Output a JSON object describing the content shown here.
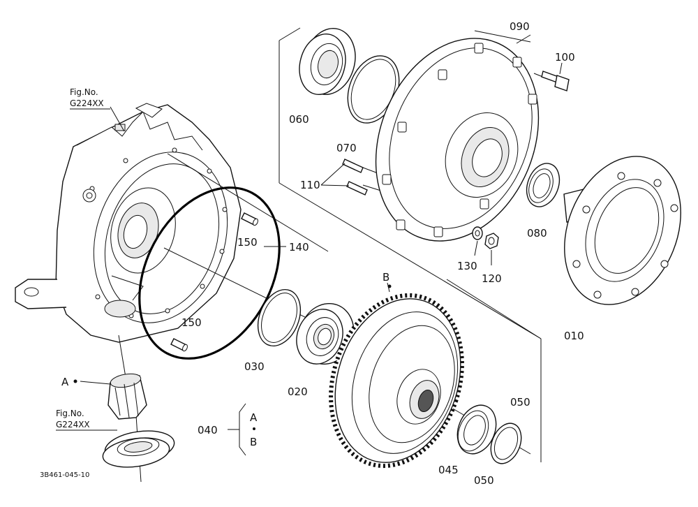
{
  "figure": {
    "drawing_code": "3B461-045-10"
  },
  "references": {
    "top_fig_label": "Fig.No.",
    "top_fig_code": "G224XX",
    "bottom_fig_label": "Fig.No.",
    "bottom_fig_code": "G224XX"
  },
  "parts": [
    {
      "id": "010"
    },
    {
      "id": "020"
    },
    {
      "id": "030"
    },
    {
      "id": "040"
    },
    {
      "id": "045"
    },
    {
      "id": "050"
    },
    {
      "id": "060"
    },
    {
      "id": "070"
    },
    {
      "id": "080"
    },
    {
      "id": "090"
    },
    {
      "id": "100"
    },
    {
      "id": "110"
    },
    {
      "id": "120"
    },
    {
      "id": "130"
    },
    {
      "id": "140"
    },
    {
      "id": "150"
    }
  ],
  "callouts": {
    "p010": "010",
    "p020": "020",
    "p030": "030",
    "p040": "040",
    "p045": "045",
    "p050a": "050",
    "p050b": "050",
    "p060": "060",
    "p070": "070",
    "p080": "080",
    "p090": "090",
    "p100": "100",
    "p110": "110",
    "p120": "120",
    "p130": "130",
    "p140": "140",
    "p150a": "150",
    "p150b": "150"
  },
  "markers": {
    "a": "A",
    "b": "B",
    "group_a": "A",
    "group_b": "B"
  },
  "highlight": {
    "part": "140",
    "color": "#000000"
  }
}
